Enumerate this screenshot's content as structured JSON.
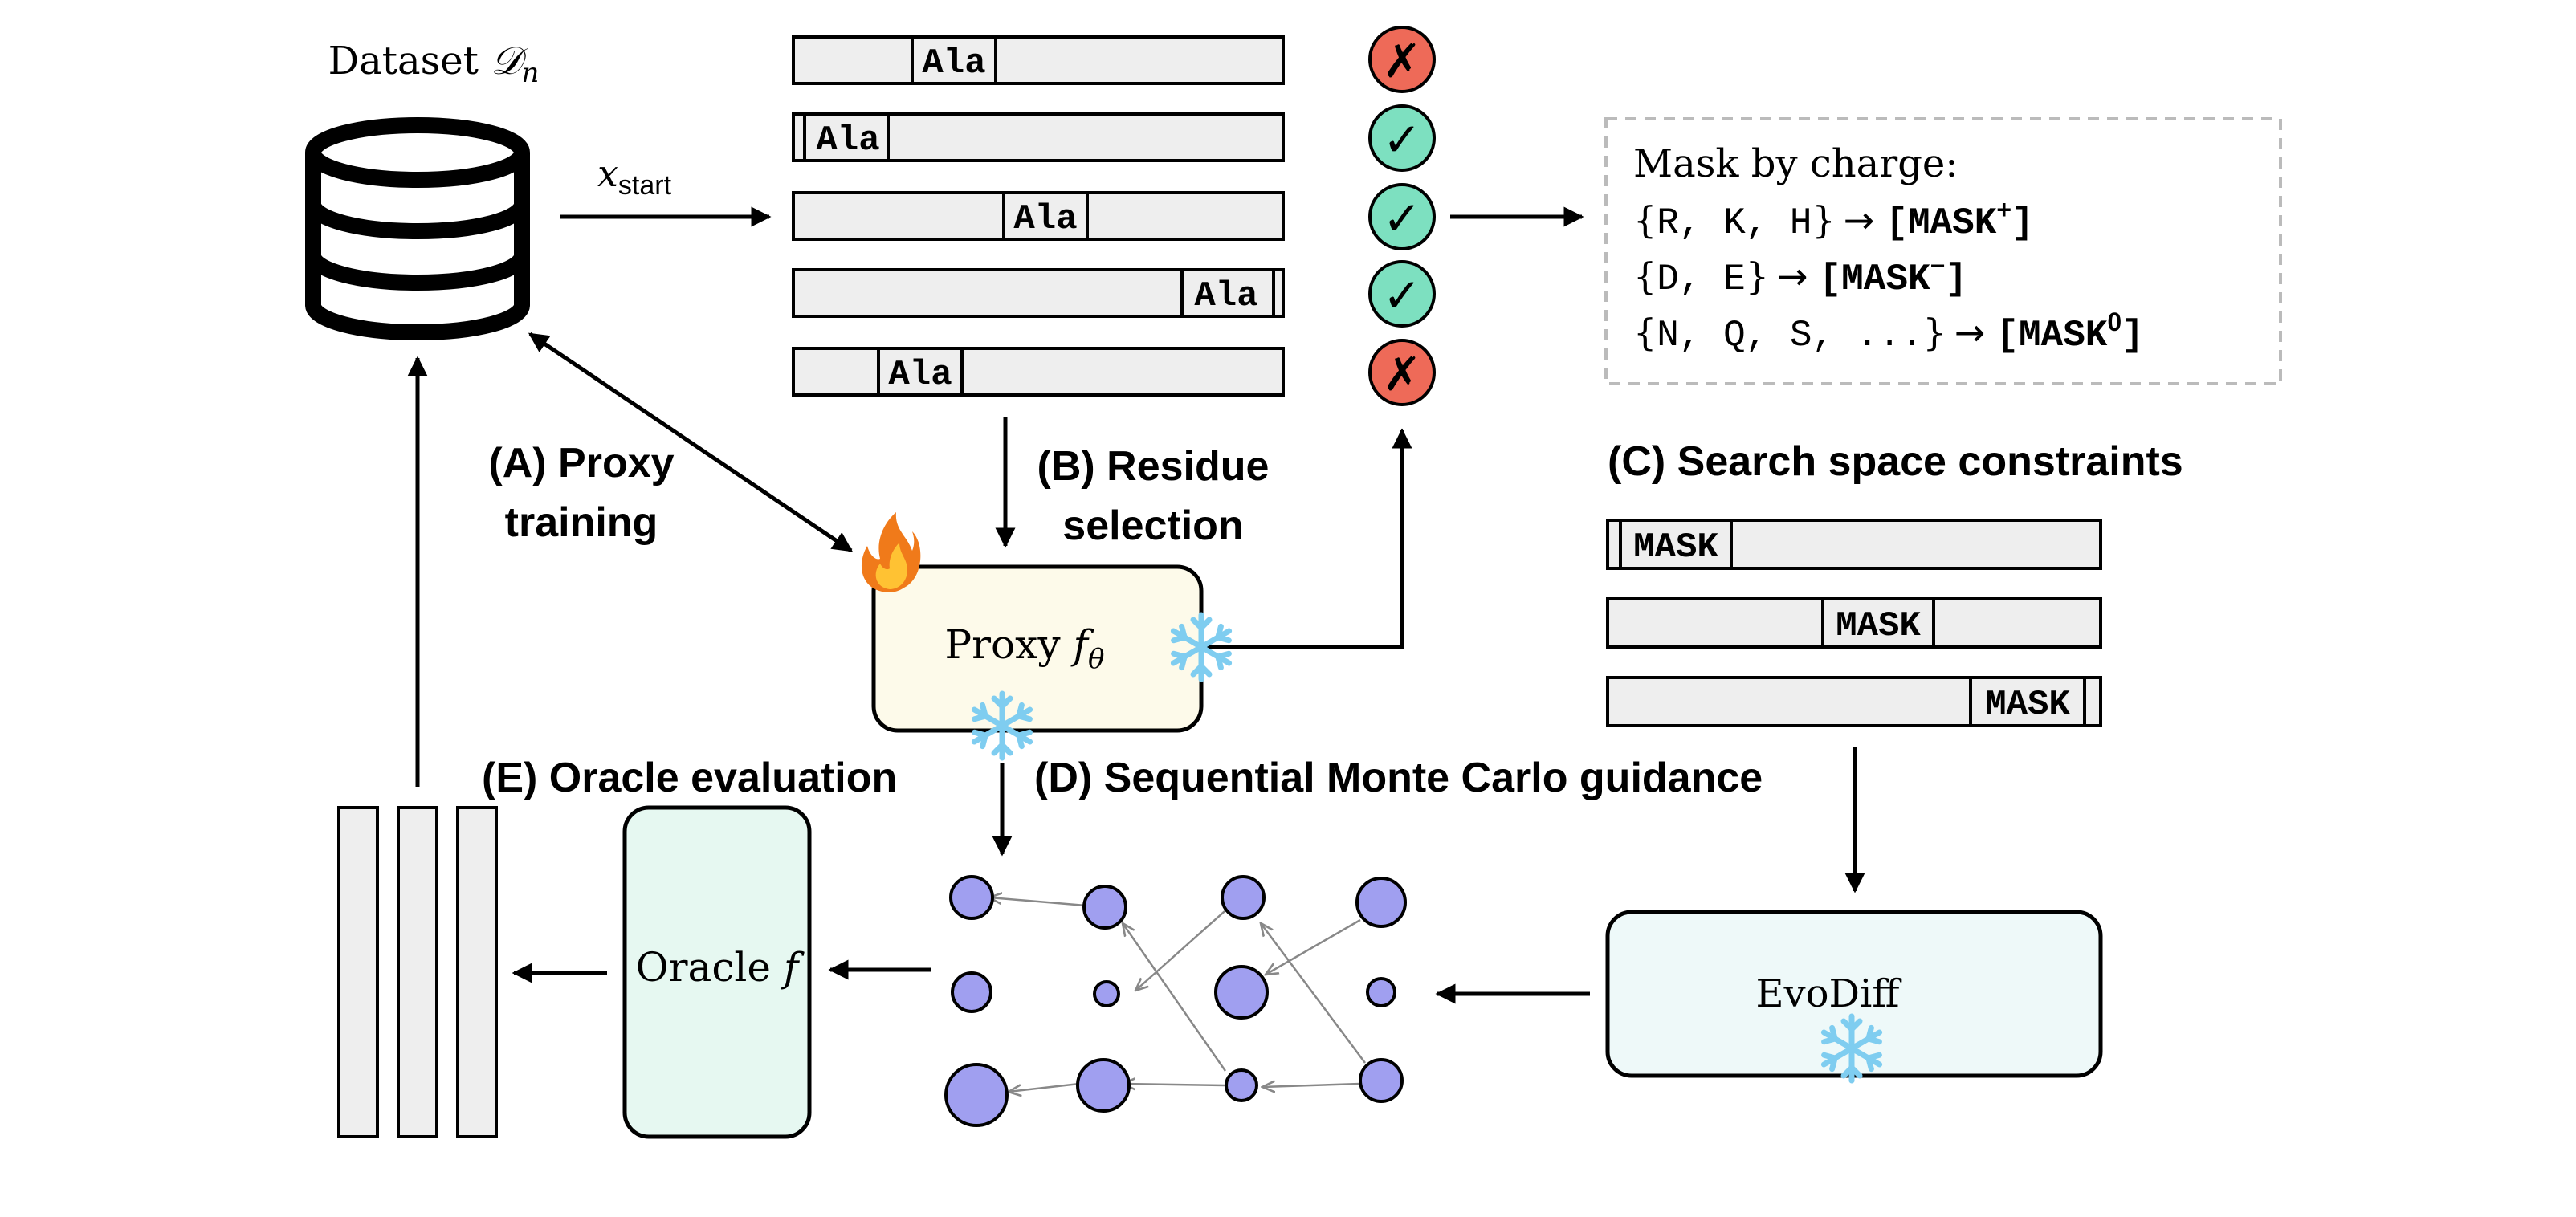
{
  "dataset": {
    "label": "Dataset ",
    "symbol": "𝒟",
    "subscript": "n"
  },
  "x_start": {
    "var": "x",
    "subscript": "start"
  },
  "residue_label": "Ala",
  "mask_label": "MASK",
  "selection_marks": {
    "reject": "✗",
    "accept": "✓"
  },
  "selection_results": [
    "reject",
    "accept",
    "accept",
    "accept",
    "reject"
  ],
  "mask_by_charge": {
    "title": "Mask by charge:",
    "rows": [
      {
        "set": "R, K, H",
        "token": "[MASK",
        "sup": "+",
        "close": "]"
      },
      {
        "set": "D, E",
        "token": "[MASK",
        "sup": "−",
        "close": "]"
      },
      {
        "set": "N, Q, S, ...",
        "token": "[MASK",
        "sup": "0",
        "close": "]"
      }
    ],
    "arrow": "→",
    "brace_open": "{",
    "brace_close": "}"
  },
  "steps": {
    "A": {
      "line1": "(A) Proxy",
      "line2": "training"
    },
    "B": {
      "line1": "(B) Residue",
      "line2": "selection"
    },
    "C": {
      "line1": "(C) Search space constraints"
    },
    "D": {
      "line1": "(D) Sequential Monte Carlo guidance"
    },
    "E": {
      "line1": "(E) Oracle evaluation"
    }
  },
  "proxy": {
    "label": "Proxy ",
    "symbol": "f",
    "subscript": "θ"
  },
  "oracle": {
    "label": "Oracle ",
    "symbol": "f"
  },
  "evodiff": {
    "label": "EvoDiff"
  },
  "icons": {
    "fire": "fire-icon",
    "snowflake": "snowflake-icon",
    "database": "database-icon",
    "check": "check-icon",
    "cross": "cross-icon"
  },
  "colors": {
    "bar_fill": "#eeeeee",
    "proxy_fill": "#fdfaea",
    "oracle_fill": "#e6f8f1",
    "evodiff_fill": "#eef9f9",
    "node_fill": "#a09ff0",
    "check_fill": "#7de0c0",
    "cross_fill": "#ee6a58",
    "snow": "#7fcdf0",
    "fire": "#f07a1a"
  }
}
